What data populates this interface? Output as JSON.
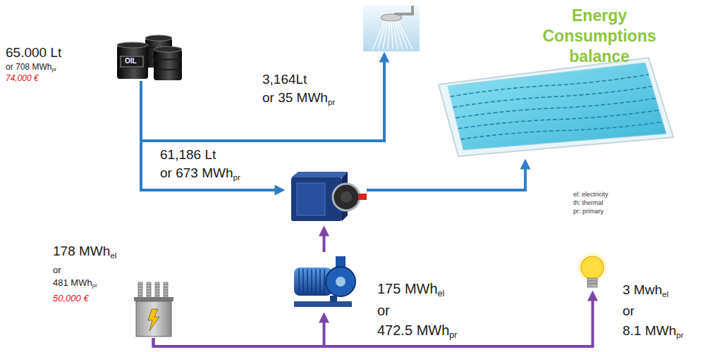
{
  "diagram": {
    "title": "Energy Consumptions balance",
    "nodes": [
      {
        "text": [
          "65.000 Lt",
          "or 708 MWhpr",
          "74,000 €"
        ]
      },
      {
        "text": []
      },
      {
        "text": []
      },
      {
        "text": []
      },
      {
        "text": [
          "178 MWhel",
          "or 481 MWhpr",
          "50,000 €"
        ]
      },
      {
        "text": [
          "175 MWhel or 472.5 MWhpr"
        ]
      },
      {
        "text": [
          "3 Mwhel or 8.1 MWhpr"
        ]
      }
    ],
    "edges": [
      {
        "from": 0,
        "to": 1,
        "arrow": "to",
        "label": "3,164Lt or 35 MWhpr"
      },
      {
        "from": 0,
        "to": 3,
        "arrow": "to",
        "label": "61,186 Lt or 673 MWhpr"
      },
      {
        "from": 3,
        "to": 2,
        "arrow": "to"
      },
      {
        "from": 4,
        "to": 5,
        "arrow": "to"
      },
      {
        "from": 4,
        "to": 6,
        "arrow": "to"
      },
      {
        "from": 5,
        "to": 3,
        "arrow": "to"
      }
    ],
    "labels": [
      "OIL"
    ],
    "legend": [
      {
        "text": "el: electricity"
      },
      {
        "text": "th: thermal"
      },
      {
        "text": "pr: primary"
      }
    ]
  }
}
